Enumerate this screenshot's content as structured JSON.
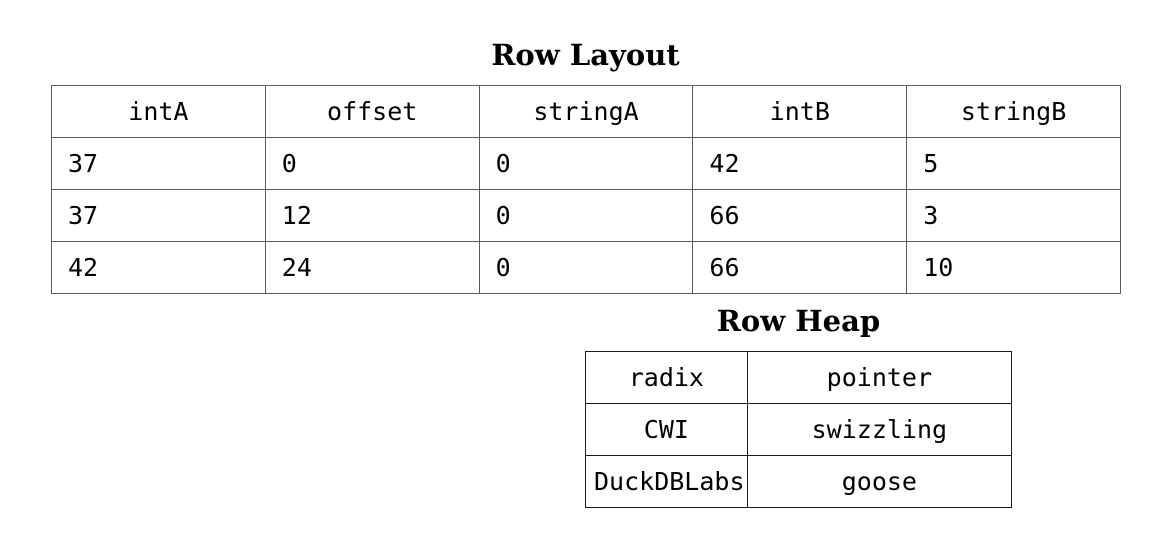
{
  "figure": {
    "row_layout": {
      "title": "Row Layout",
      "columns": [
        "intA",
        "offset",
        "stringA",
        "intB",
        "stringB"
      ],
      "rows": [
        [
          "37",
          "0",
          "0",
          "42",
          "5"
        ],
        [
          "37",
          "12",
          "0",
          "66",
          "3"
        ],
        [
          "42",
          "24",
          "0",
          "66",
          "10"
        ]
      ]
    },
    "row_heap": {
      "title": "Row Heap",
      "rows": [
        {
          "cells": [
            "radix",
            "pointer"
          ],
          "widths": [
            "37%",
            "63%"
          ]
        },
        {
          "cells": [
            "CWI",
            "swizzling"
          ],
          "widths": [
            "25%",
            "75%"
          ]
        },
        {
          "cells": [
            "DuckDBLabs",
            "goose"
          ],
          "widths": [
            "62.5%",
            "37.5%"
          ]
        }
      ]
    }
  },
  "colors": {
    "background": "#ffffff",
    "text": "#000000",
    "layout_border": "#5a5a5a",
    "heap_border": "#1a1a1a"
  }
}
